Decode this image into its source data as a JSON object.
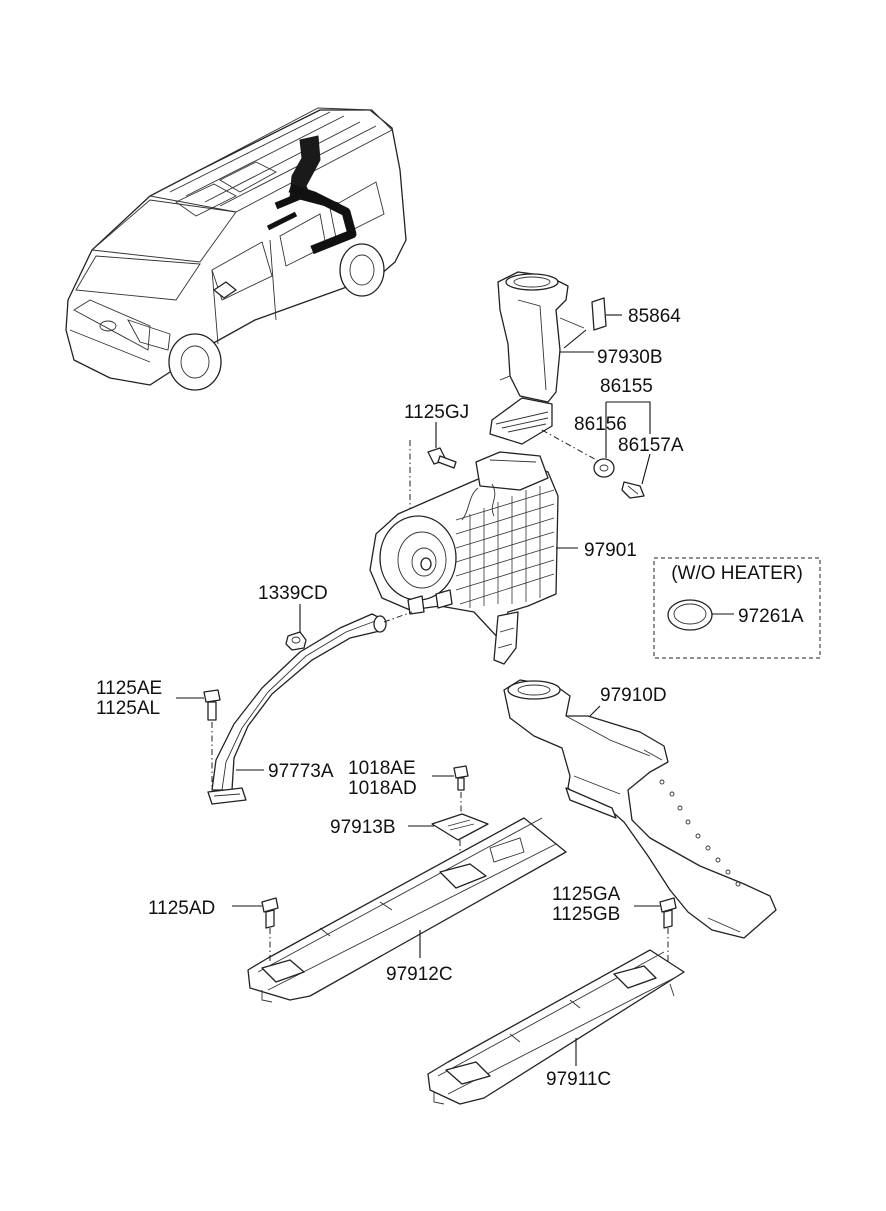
{
  "callouts": {
    "p85864": "85864",
    "p97930B": "97930B",
    "p86155": "86155",
    "p86156": "86156",
    "p86157A": "86157A",
    "p1125GJ": "1125GJ",
    "p97901": "97901",
    "p1339CD": "1339CD",
    "p1125AE": "1125AE",
    "p1125AL": "1125AL",
    "p97773A": "97773A",
    "p1018AE": "1018AE",
    "p1018AD": "1018AD",
    "p97913B": "97913B",
    "p97910D": "97910D",
    "p1125AD": "1125AD",
    "p97912C": "97912C",
    "p1125GA": "1125GA",
    "p1125GB": "1125GB",
    "p97911C": "97911C",
    "p97261A": "97261A"
  },
  "wo_heater_box": {
    "title": "(W/O HEATER)"
  }
}
